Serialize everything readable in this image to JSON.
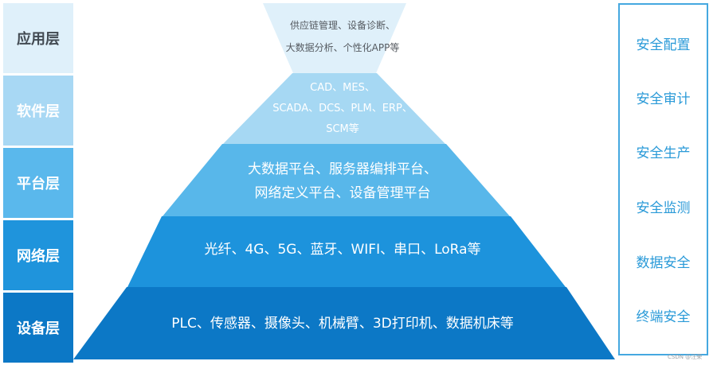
{
  "layers": [
    "应用层",
    "软件层",
    "平台层",
    "网络层",
    "设备层"
  ],
  "pyramid": {
    "tiers": [
      {
        "lines": [
          "供应链管理、设备诊断、",
          "大数据分析、个性化APP等"
        ]
      },
      {
        "lines": [
          "CAD、MES、",
          "SCADA、DCS、PLM、ERP、",
          "SCM等"
        ]
      },
      {
        "lines": [
          "大数据平台、服务器编排平台、",
          "网络定义平台、设备管理平台"
        ]
      },
      {
        "lines": [
          "光纤、4G、5G、蓝牙、WIFI、串口、LoRa等"
        ]
      },
      {
        "lines": [
          "PLC、传感器、摄像头、机械臂、3D打印机、数据机床等"
        ]
      }
    ]
  },
  "security": [
    "安全配置",
    "安全审计",
    "安全生产",
    "安全监测",
    "数据安全",
    "终端安全"
  ],
  "watermark": "CSDN @汪荣"
}
